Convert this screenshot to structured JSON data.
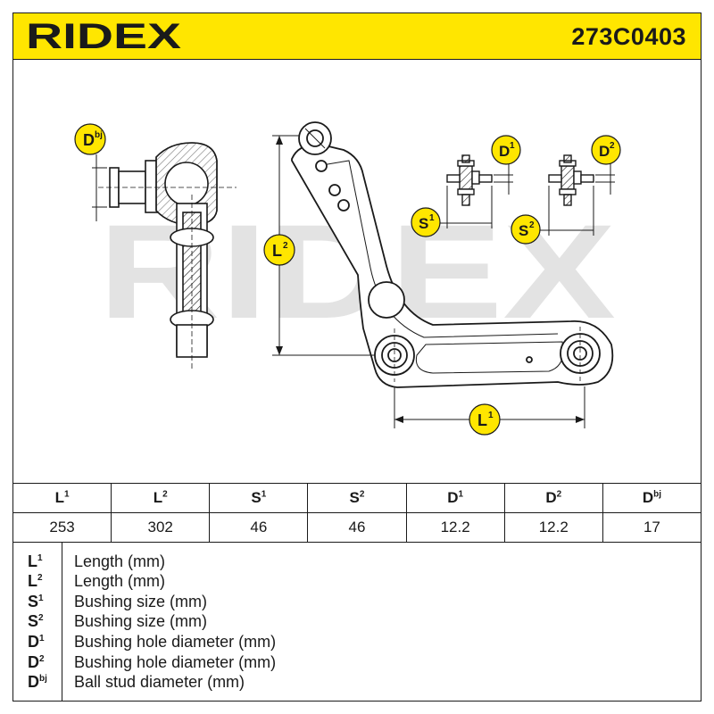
{
  "header": {
    "brand": "RIDEX",
    "part_number": "273C0403",
    "colors": {
      "accent": "#ffe600",
      "ink": "#1a1a1a"
    }
  },
  "drawing": {
    "watermark": "RIDEX",
    "labels": {
      "dbj": {
        "base": "D",
        "sup": "bj"
      },
      "l2": {
        "base": "L",
        "sup": "2"
      },
      "l1": {
        "base": "L",
        "sup": "1"
      },
      "d1": {
        "base": "D",
        "sup": "1"
      },
      "d2": {
        "base": "D",
        "sup": "2"
      },
      "s1": {
        "base": "S",
        "sup": "1"
      },
      "s2": {
        "base": "S",
        "sup": "2"
      }
    }
  },
  "dims_table": {
    "headers": [
      {
        "base": "L",
        "sup": "1"
      },
      {
        "base": "L",
        "sup": "2"
      },
      {
        "base": "S",
        "sup": "1"
      },
      {
        "base": "S",
        "sup": "2"
      },
      {
        "base": "D",
        "sup": "1"
      },
      {
        "base": "D",
        "sup": "2"
      },
      {
        "base": "D",
        "sup": "bj"
      }
    ],
    "values": [
      "253",
      "302",
      "46",
      "46",
      "12.2",
      "12.2",
      "17"
    ]
  },
  "legend": [
    {
      "base": "L",
      "sup": "1",
      "text": "Length (mm)"
    },
    {
      "base": "L",
      "sup": "2",
      "text": "Length (mm)"
    },
    {
      "base": "S",
      "sup": "1",
      "text": "Bushing size (mm)"
    },
    {
      "base": "S",
      "sup": "2",
      "text": "Bushing size (mm)"
    },
    {
      "base": "D",
      "sup": "1",
      "text": "Bushing hole diameter (mm)"
    },
    {
      "base": "D",
      "sup": "2",
      "text": "Bushing hole diameter (mm)"
    },
    {
      "base": "D",
      "sup": "bj",
      "text": "Ball stud diameter (mm)"
    }
  ]
}
